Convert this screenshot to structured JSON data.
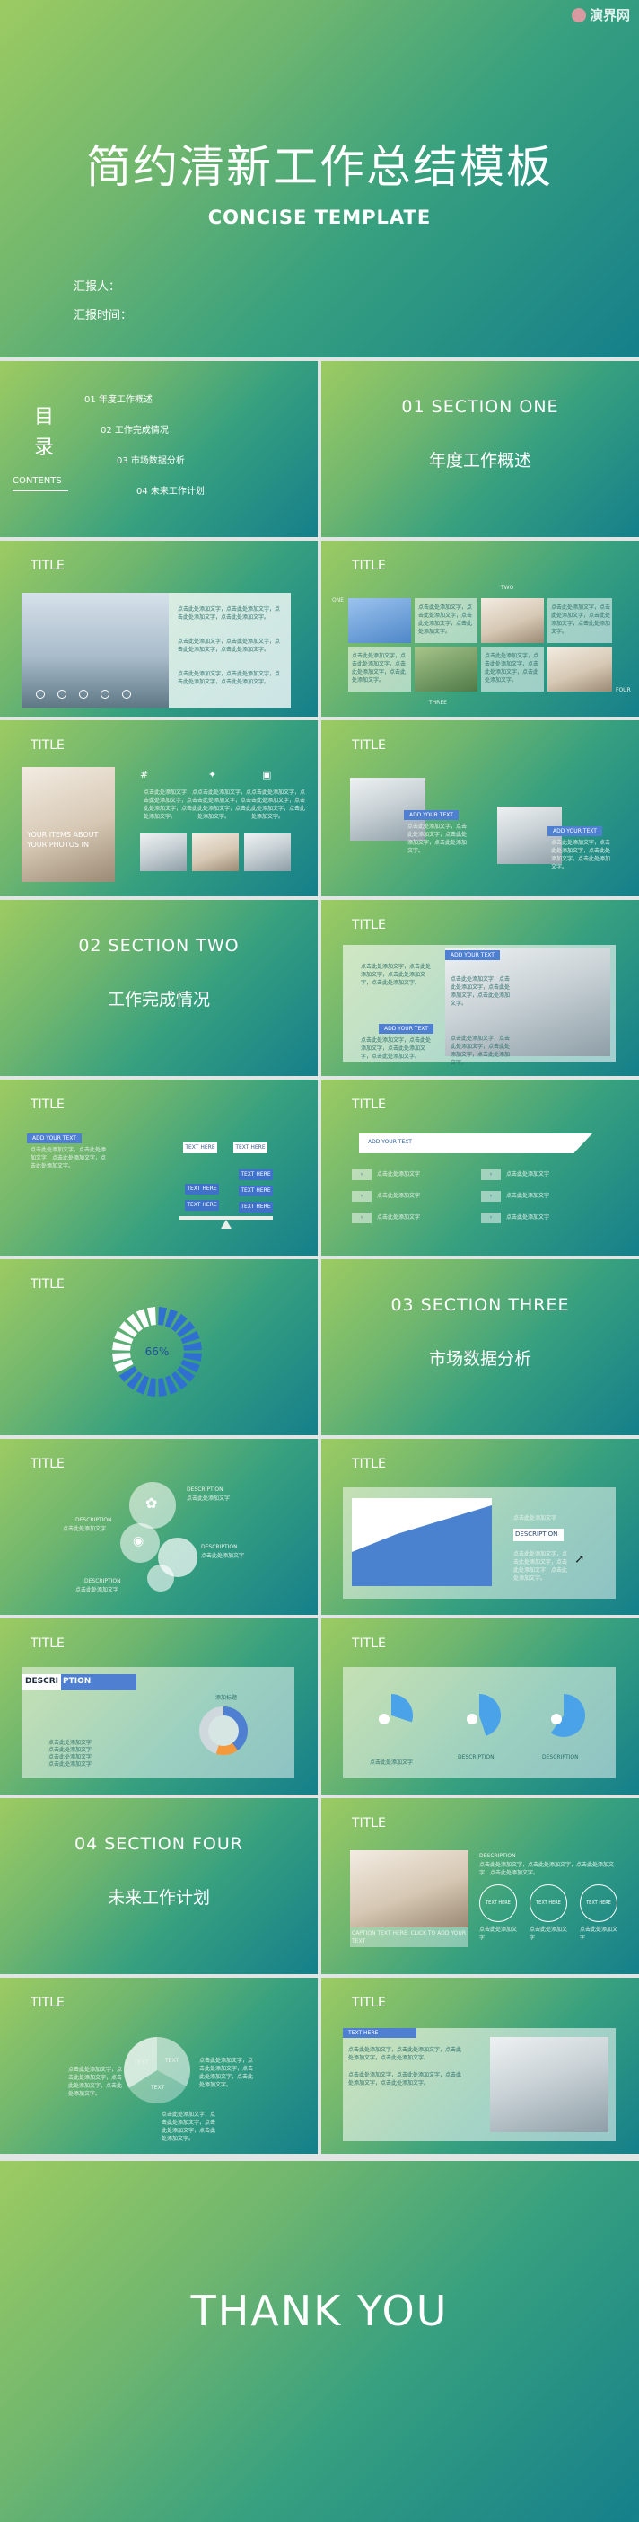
{
  "watermark": {
    "brand": "演界网"
  },
  "hero": {
    "title": "简约清新工作总结模板",
    "subtitle": "CONCISE TEMPLATE",
    "reporter_label": "汇报人：",
    "time_label": "汇报时间："
  },
  "toc": {
    "title_char1": "目",
    "title_char2": "录",
    "contents": "CONTENTS",
    "items": [
      "01  年度工作概述",
      "02  工作完成情况",
      "03  市场数据分析",
      "04  未来工作计划"
    ]
  },
  "sections": [
    {
      "num": "01  SECTION ONE",
      "name": "年度工作概述"
    },
    {
      "num": "02  SECTION TWO",
      "name": "工作完成情况"
    },
    {
      "num": "03  SECTION THREE",
      "name": "市场数据分析"
    },
    {
      "num": "04  SECTION FOUR",
      "name": "未来工作计划"
    }
  ],
  "slide_title": "TITLE",
  "placeholder": "点击此处添加文字",
  "placeholder_long": "点击此处添加文字，点击此处添加文字，点击此处添加文字，点击此处添加文字。",
  "add_text": "ADD YOUR TEXT",
  "text_here": "TEXT HERE",
  "text_here_lower": "TEXT HERE",
  "description": "DESCRIPTION",
  "desc_part1": "DESCRI",
  "desc_part2": "PTION",
  "legend_title": "添加标题",
  "one": "ONE",
  "two": "TWO",
  "three": "THREE",
  "four": "FOUR",
  "slide3_overlay": "YOUR ITEMS ABOUT YOUR PHOTOS IN",
  "slide16_caption": "CAPTION TEXT HERE. CLICK TO ADD YOUR TEXT",
  "circles": [
    "TEXT HERE",
    "TEXT HERE",
    "TEXT HERE"
  ],
  "pie_labels": [
    "TEXT",
    "TEXT",
    "TEXT"
  ],
  "thank_you": "THANK YOU",
  "chart_data": {
    "type": "pie",
    "title": "",
    "values": [
      66
    ],
    "labels": [
      "66%"
    ]
  }
}
